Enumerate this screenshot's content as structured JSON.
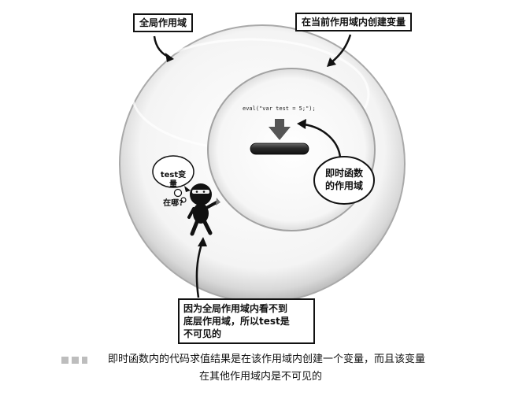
{
  "labels": {
    "global_scope": "全局作用域",
    "create_in_current": "在当前作用域内创建变量",
    "immediate_scope_line1": "即时函数",
    "immediate_scope_line2": "的作用域",
    "bubble_line1": "test变量",
    "bubble_line2": "在哪?",
    "note_line1": "因为全局作用域内看不到",
    "note_line2": "底层作用域，所以test是",
    "note_line3": "不可见的"
  },
  "code": {
    "eval": "eval(\"var test = 5;\");"
  },
  "caption": {
    "line1": "即时函数内的代码求值结果是在该作用域内创建一个变量，而且该变量",
    "line2": "在其他作用域内是不可见的"
  },
  "icons": {
    "ninja": "ninja-icon",
    "down_arrow": "down-arrow-icon"
  },
  "colors": {
    "outline": "#111111",
    "sphere_shadow": "#9a9a9a",
    "arrow_fill": "#555555",
    "variable_bar": "#2b2b2b"
  }
}
